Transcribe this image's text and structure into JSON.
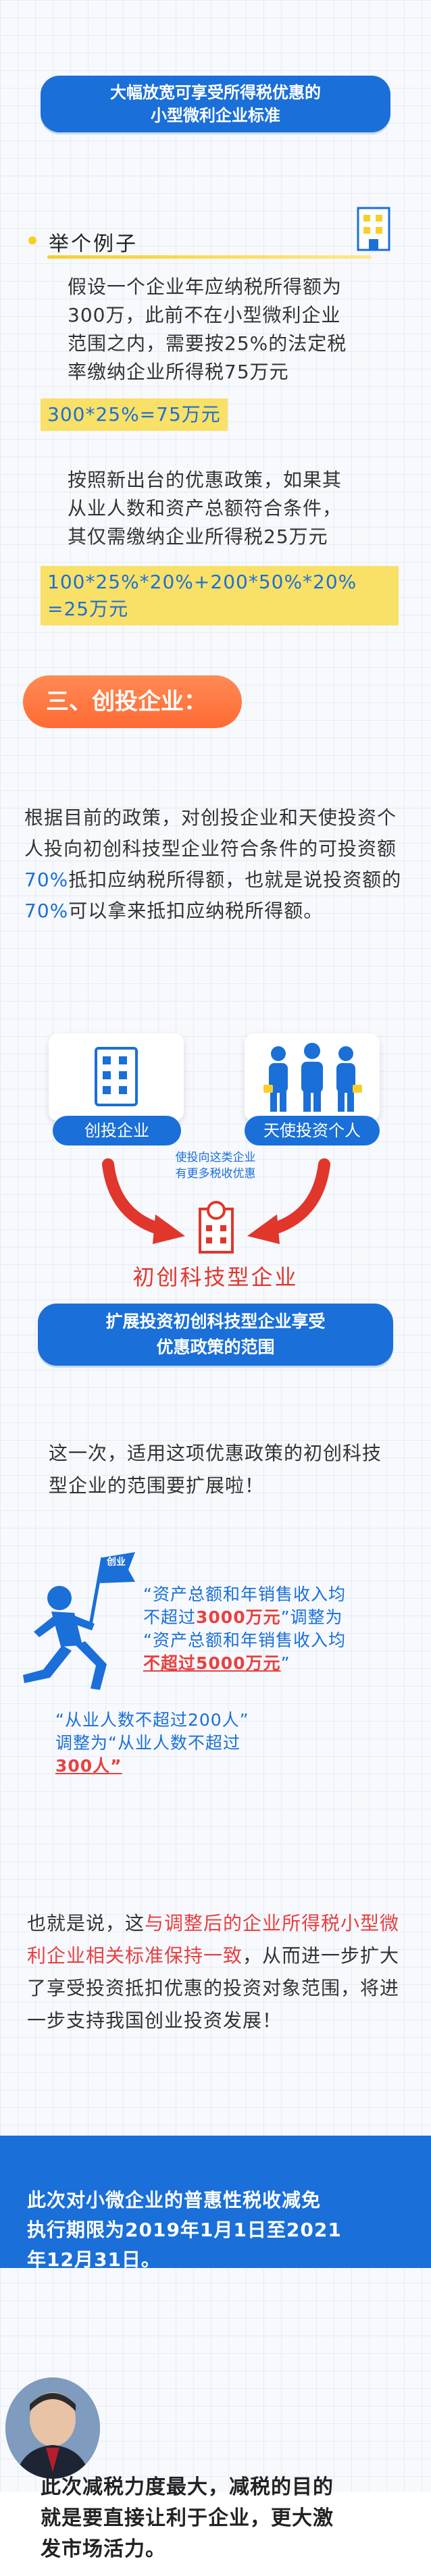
{
  "section_small_micro": {
    "title_line1": "大幅放宽可享受所得税优惠的",
    "title_line2": "小型微利企业标准"
  },
  "example": {
    "title": "举个例子",
    "para1": "假设一个企业年应纳税所得额为\n300万，此前不在小型微利企业\n范围之内，需要按25%的法定税\n率缴纳企业所得税75万元",
    "formula1": "300*25%=75万元",
    "para2": "按照新出台的优惠政策，如果其\n从业人数和资产总额符合条件，\n其仅需缴纳企业所得税25万元",
    "formula2": "100*25%*20%+200*50%*20%\n=25万元"
  },
  "section_venture": {
    "title": "三、创投企业：",
    "para_before_1": "根据目前的政策，对创投企业和天使投资个人投向初创科技型企业符合条件的可投资额",
    "pct1": "70%",
    "para_mid": "抵扣应纳税所得额，也就是说投资额的",
    "pct2": "70%",
    "para_after": "可以拿来抵扣应纳税所得额。",
    "card_left_label": "创投企业",
    "card_right_label": "天使投资个人",
    "center_note_line1": "使投向这类企业",
    "center_note_line2": "有更多税收优惠",
    "target_label": "初创科技型企业"
  },
  "section_expand": {
    "title_line1": "扩展投资初创科技型企业享受",
    "title_line2": "优惠政策的范围",
    "para": "这一次，适用这项优惠政策的初创科技型企业的范围要扩展啦！",
    "flag_label": "创业",
    "quote1_a": "“资产总额和年销售收入均",
    "quote1_b": "不超过",
    "quote1_b_bold": "3000万元",
    "quote1_b_end": "”调整为",
    "quote1_c": "“资产总额和年销售收入均",
    "quote1_d_bold": "不超过5000万元",
    "quote1_d_end": "”",
    "quote2_a": "“从业人数不超过200人”",
    "quote2_b": "调整为“从业人数不超过",
    "quote2_c": "300人”"
  },
  "conclusion": {
    "text_a": "也就是说，这",
    "text_hl": "与调整后的企业所得税小型微利企业相关标准保持一致",
    "text_b": "，从而进一步扩大了享受投资抵扣优惠的投资对象范围，将进一步支持我国创业投资发展！"
  },
  "period_box": {
    "text": "此次对小微企业的普惠性税收减免\n执行期限为2019年1月1日至2021\n年12月31日。"
  },
  "closing": {
    "text": "此次减税力度最大，减税的目的\n就是要直接让利于企业，更大激\n发市场活力。"
  },
  "colors": {
    "brand_blue": "#1a6fd8",
    "accent_orange": "#ff6a33",
    "highlight_yellow": "#f9e066",
    "emphasis_red": "#e84040"
  }
}
